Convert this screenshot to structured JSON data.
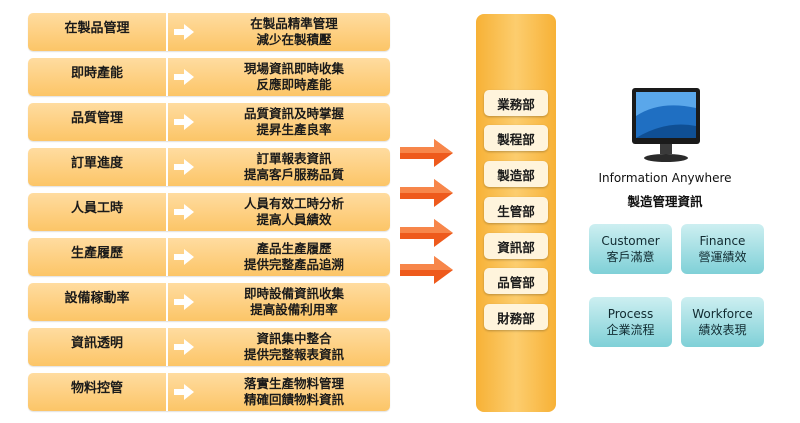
{
  "rows": [
    {
      "title": "在製品管理",
      "line1": "在製品精準管理",
      "line2": "減少在製積壓"
    },
    {
      "title": "即時產能",
      "line1": "現場資訊即時收集",
      "line2": "反應即時產能"
    },
    {
      "title": "品質管理",
      "line1": "品質資訊及時掌握",
      "line2": "提昇生產良率"
    },
    {
      "title": "訂單進度",
      "line1": "訂單報表資訊",
      "line2": "提高客戶服務品質"
    },
    {
      "title": "人員工時",
      "line1": "人員有效工時分析",
      "line2": "提高人員績效"
    },
    {
      "title": "生產履歷",
      "line1": "產品生產履歷",
      "line2": "提供完整產品追溯"
    },
    {
      "title": "設備稼動率",
      "line1": "即時設備資訊收集",
      "line2": "提高設備利用率"
    },
    {
      "title": "資訊透明",
      "line1": "資訊集中整合",
      "line2": "提供完整報表資訊"
    },
    {
      "title": "物料控管",
      "line1": "落實生產物料管理",
      "line2": "精確回饋物料資訊"
    }
  ],
  "departments": [
    "業務部",
    "製程部",
    "製造部",
    "生管部",
    "資訊部",
    "品管部",
    "財務部"
  ],
  "info": {
    "title_en": "Information Anywhere",
    "title_zh": "製造管理資訊"
  },
  "tiles": [
    {
      "en": "Customer",
      "zh": "客戶滿意"
    },
    {
      "en": "Finance",
      "zh": "營運績效"
    },
    {
      "en": "Process",
      "zh": "企業流程"
    },
    {
      "en": "Workforce",
      "zh": "績效表現"
    }
  ],
  "colors": {
    "row_fill": "#fcc567",
    "arrow": "#ee5a1c",
    "dept_bar": "#f7b136",
    "tile": "#7fd0d7"
  }
}
